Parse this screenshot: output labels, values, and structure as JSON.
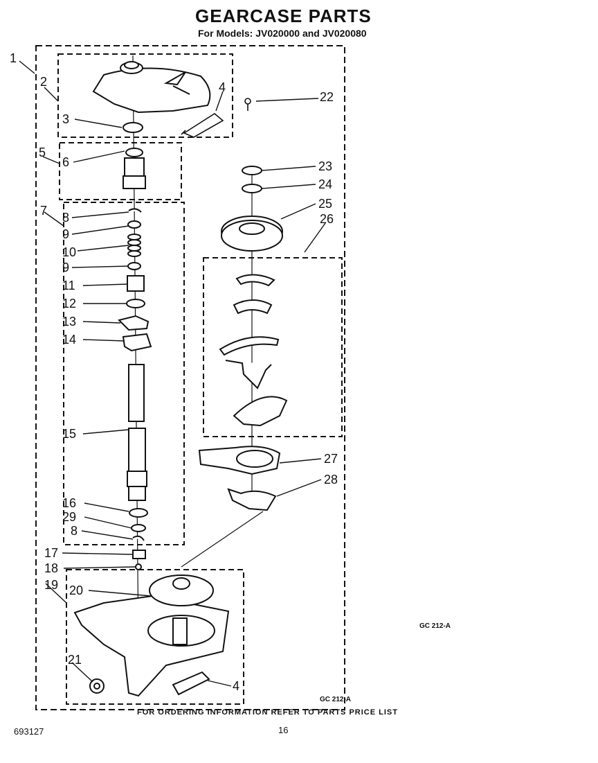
{
  "title": "GEARCASE PARTS",
  "subtitle": "For Models: JV020000 and JV020080",
  "callouts": {
    "c1": "1",
    "c2": "2",
    "c3": "3",
    "c4a": "4",
    "c4b": "4",
    "c5": "5",
    "c6": "6",
    "c7": "7",
    "c8a": "8",
    "c8b": "8",
    "c9a": "9",
    "c9b": "9",
    "c10": "10",
    "c11": "11",
    "c12": "12",
    "c13": "13",
    "c14": "14",
    "c15": "15",
    "c16": "16",
    "c17": "17",
    "c18": "18",
    "c19": "19",
    "c20": "20",
    "c21": "21",
    "c22": "22",
    "c23": "23",
    "c24": "24",
    "c25": "25",
    "c26": "26",
    "c27": "27",
    "c28": "28",
    "c29": "29"
  },
  "ref_code_right": "GC 212-A",
  "ref_code_box": "GC 212-A",
  "footer_note": "FOR ORDERING INFORMATION REFER TO PARTS PRICE LIST",
  "doc_number": "693127",
  "page_number": "16"
}
